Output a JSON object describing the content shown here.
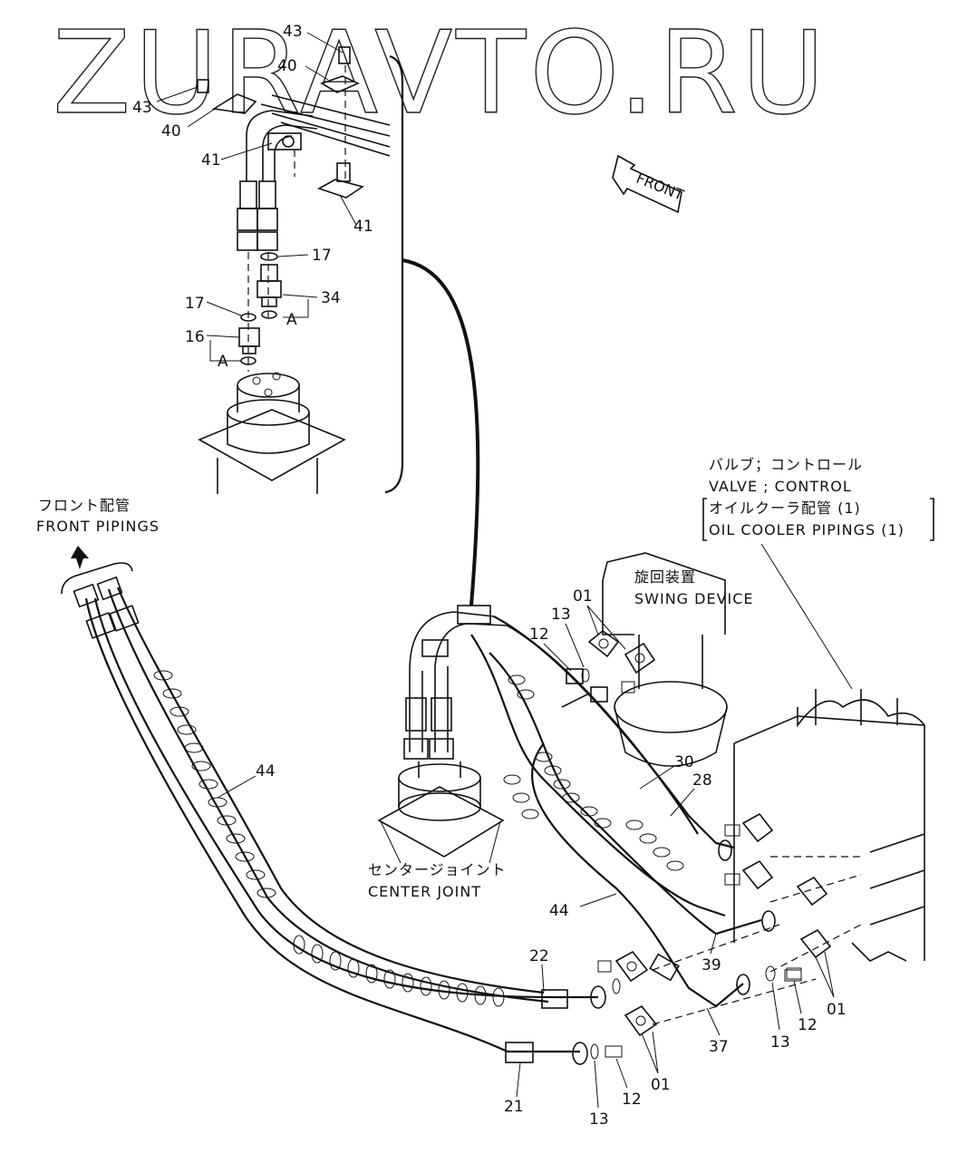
{
  "watermark": "ZURAVTO.RU",
  "direction_arrow": {
    "label": "FRONT"
  },
  "front_pipings": {
    "jp": "フロント配管",
    "en": "FRONT PIPINGS"
  },
  "valve_control": {
    "jp": "バルブ；コントロール",
    "en": "VALVE ; CONTROL",
    "sub_jp": "オイルクーラ配管 (1)",
    "sub_en": "OIL COOLER PIPINGS (1)"
  },
  "swing_device": {
    "jp": "旋回装置",
    "en": "SWING DEVICE"
  },
  "center_joint": {
    "jp": "センタージョイント",
    "en": "CENTER JOINT"
  },
  "part_labels": {
    "p43a": "43",
    "p40a": "40",
    "p43b": "43",
    "p40b": "40",
    "p41a": "41",
    "p41b": "41",
    "p17a": "17",
    "p34": "34",
    "p17b": "17",
    "pA1": "A",
    "p16": "16",
    "pA2": "A",
    "p01a": "01",
    "p13a": "13",
    "p12a": "12",
    "p30": "30",
    "p28": "28",
    "p44a": "44",
    "p44b": "44",
    "p22": "22",
    "p39": "39",
    "p37": "37",
    "p13b": "13",
    "p12b": "12",
    "p01b": "01",
    "p21": "21",
    "p12c": "12",
    "p01c": "01",
    "p13c": "13"
  },
  "colors": {
    "ink": "#111111",
    "background": "#ffffff"
  }
}
